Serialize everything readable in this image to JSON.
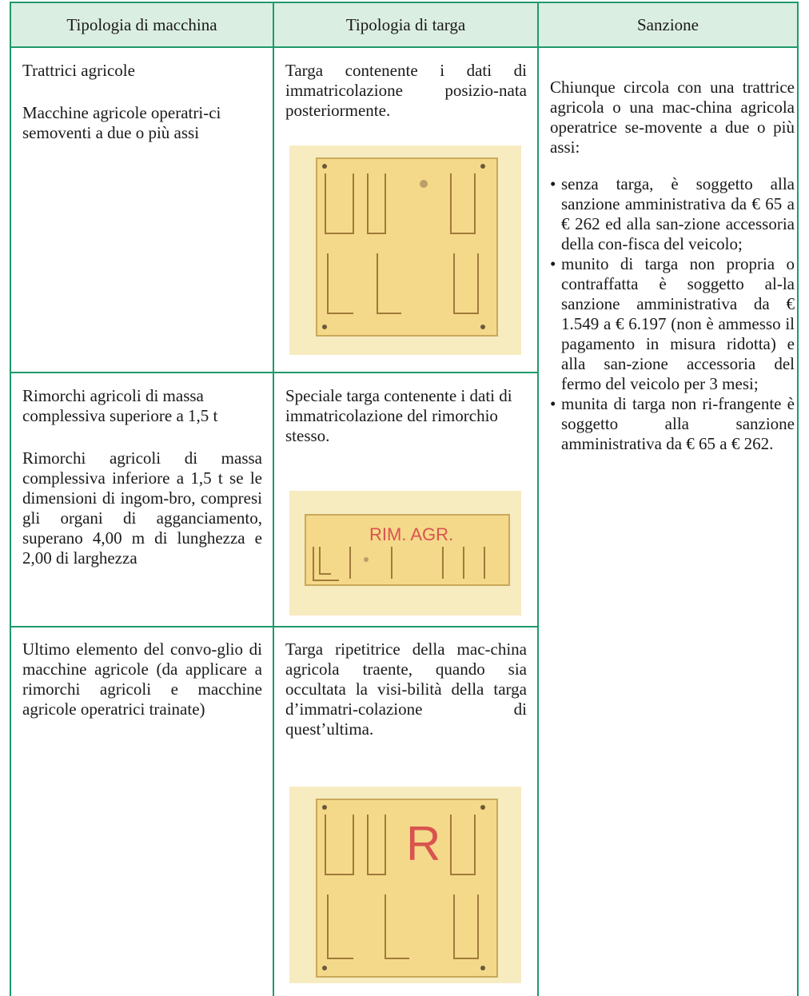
{
  "table": {
    "headers": [
      "Tipologia di macchina",
      "Tipologia di targa",
      "Sanzione"
    ],
    "rows": [
      {
        "machine": [
          "Trattrici agricole",
          "Macchine agricole operatri-ci semoventi a due o più assi"
        ],
        "plate_text": "Targa contenente i dati di immatricolazione posizio-nata posteriormente.",
        "plate_label": ""
      },
      {
        "machine": [
          "Rimorchi agricoli di massa complessiva superiore a 1,5 t",
          "Rimorchi agricoli di massa complessiva inferiore a 1,5 t se le dimensioni di ingom-bro, compresi gli organi di agganciamento, superano 4,00 m di lunghezza e 2,00 di larghezza"
        ],
        "plate_text": "Speciale targa contenente i dati di immatricolazione del rimorchio stesso.",
        "plate_label": "RIM. AGR."
      },
      {
        "machine": [
          "Ultimo elemento del convo-glio di macchine agricole (da applicare a rimorchi agricoli e macchine agricole operatrici trainate)"
        ],
        "plate_text": "Targa ripetitrice della mac-china agricola traente, quando sia occultata la visi-bilità della targa d’immatri-colazione di quest’ultima.",
        "plate_label": "R"
      }
    ],
    "sanction": {
      "intro": "Chiunque circola con una trattrice agricola o una mac-china agricola operatrice se-movente a due o più assi:",
      "items": [
        "senza targa, è soggetto alla sanzione amministrativa da € 65 a € 262 ed alla san-zione accessoria della con-fisca del veicolo;",
        "munito di targa non propria o contraffatta è soggetto al-la sanzione amministrativa da € 1.549 a € 6.197 (non è ammesso il pagamento in misura ridotta) e alla san-zione accessoria del fermo del veicolo per 3 mesi;",
        "munita di targa non ri-frangente è soggetto alla sanzione amministrativa da € 65 a € 262."
      ],
      "bullet": "•"
    }
  },
  "colors": {
    "border": "#1e9a6b",
    "header_bg": "#dbeee2",
    "plate": "#f5d98a",
    "plate_line": "#a07a3a",
    "plate_red": "#d9534f"
  }
}
